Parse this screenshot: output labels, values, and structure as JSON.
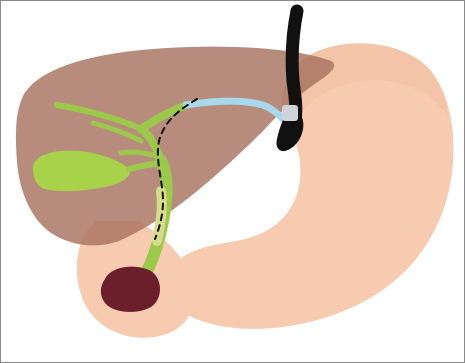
{
  "illustration": {
    "colors": {
      "background": "#ffffff",
      "border": "#8a8a8a",
      "liver": "#b58a77",
      "liver_overlay_edge": "#a0766a",
      "stomach": "#f6cbb0",
      "stomach_shadow": "#e9b497",
      "biliary_tree": "#9cc94a",
      "gallbladder": "#a8d24a",
      "stent_segment": "#d7dc8a",
      "guidewire": "#111111",
      "endoscope": "#111111",
      "endoscope_tip_cap": "#cfd4d8",
      "ultrasound_probe_line": "#a9d8ec",
      "pancreas_mass": "#6a1f2b"
    },
    "elements": [
      "liver",
      "stomach",
      "duodenum",
      "gallbladder",
      "biliary-tree",
      "common-bile-duct",
      "guidewire",
      "endoscope",
      "ultrasound-needle-tract",
      "pancreatic-mass"
    ]
  }
}
